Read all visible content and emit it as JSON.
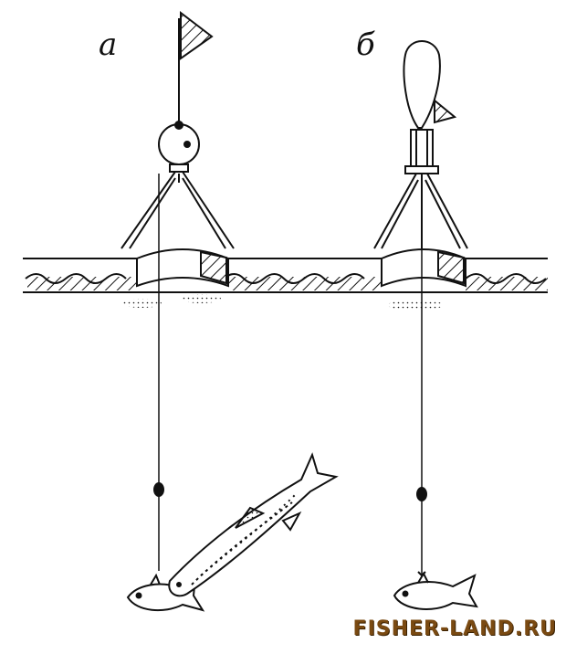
{
  "labels": {
    "rig_a": "а",
    "rig_b": "б"
  },
  "watermark": "FISHER-LAND.RU",
  "colors": {
    "ink": "#111111",
    "background": "#ffffff",
    "watermark": "#7a4a12"
  },
  "icons": {
    "flag": "flag-icon",
    "reel": "reel-icon",
    "float": "spindle-float-icon",
    "fish": "fish-icon"
  }
}
